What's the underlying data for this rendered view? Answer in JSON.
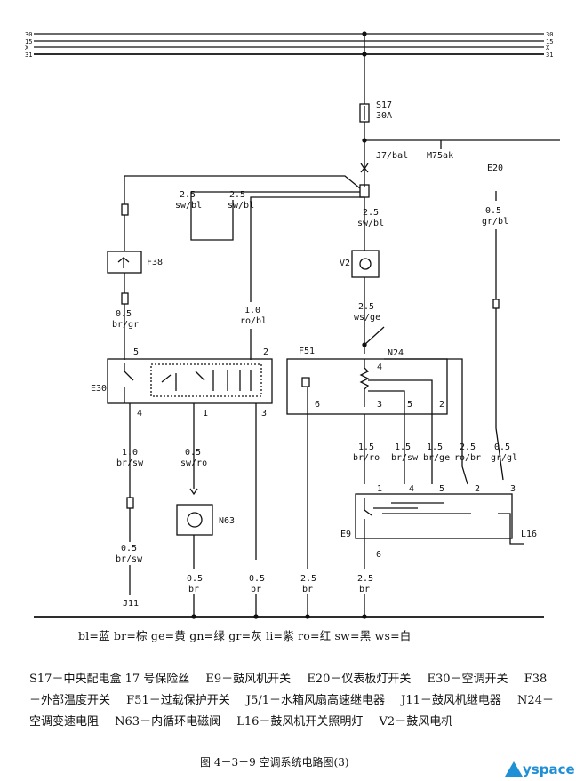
{
  "rails": {
    "labels_left": [
      "30",
      "15",
      "X",
      "31"
    ],
    "labels_right": [
      "30",
      "15",
      "X",
      "31"
    ]
  },
  "components": {
    "s17": "S17",
    "s17_rating": "30A",
    "j7_pin": "J7/bal",
    "m75": "M75ak",
    "e20": "E20",
    "f38": "F38",
    "v2": "V2",
    "e30": "E30",
    "f51": "F51",
    "n24": "N24",
    "n63": "N63",
    "e9": "E9",
    "l16": "L16",
    "j11": "J11"
  },
  "wires": {
    "w_25_swbl_a": [
      "2.5",
      "sw/bl"
    ],
    "w_25_swbl_b": [
      "2.5",
      "sw/bl"
    ],
    "w_25_swbl_c": [
      "2.5",
      "sw/bl"
    ],
    "w_05_grbl": [
      "0.5",
      "gr/bl"
    ],
    "w_05_brgr": [
      "0.5",
      "br/gr"
    ],
    "w_10_robl": [
      "1.0",
      "ro/bl"
    ],
    "w_25_wsge": [
      "2.5",
      "ws/ge"
    ],
    "w_10_brsw": [
      "1.0",
      "br/sw"
    ],
    "w_05_swro": [
      "0.5",
      "sw/ro"
    ],
    "w_15_brro": [
      "1.5",
      "br/ro"
    ],
    "w_15_brsw": [
      "1.5",
      "br/sw"
    ],
    "w_15_brge": [
      "1.5",
      "br/ge"
    ],
    "w_25_robr": [
      "2.5",
      "ro/br"
    ],
    "w_05_grgl": [
      "0.5",
      "gr/gl"
    ],
    "w_05_brsw": [
      "0.5",
      "br/sw"
    ],
    "w_05_br_a": [
      "0.5",
      "br"
    ],
    "w_05_br_b": [
      "0.5",
      "br"
    ],
    "w_25_br_a": [
      "2.5",
      "br"
    ],
    "w_25_br_b": [
      "2.5",
      "br"
    ]
  },
  "pins": {
    "e30_5": "5",
    "e30_2": "2",
    "e30_4": "4",
    "e30_1": "1",
    "e30_3": "3",
    "f51_6": "6",
    "n24_4": "4",
    "n24_3": "3",
    "n24_5": "5",
    "n24_2": "2",
    "e9_1": "1",
    "e9_4": "4",
    "e9_5": "5",
    "e9_2": "2",
    "e9_3": "3",
    "e9_6": "6"
  },
  "legend": "bl=蓝  br=棕  ge=黄  gn=绿  gr=灰  li=紫  ro=红  sw=黑  ws=白",
  "descriptions": [
    "S17－中央配电盒 17 号保险丝",
    "E9－鼓风机开关",
    "E20－仪表板灯开关",
    "E30－空调开关",
    "F38－外部温度开关",
    "F51－过载保护开关",
    "J5/1－水箱风扇高速继电器",
    "J11－鼓风机继电器",
    "N24－空调变速电阻",
    "N63－内循环电磁阀",
    "L16－鼓风机开关照明灯",
    "V2－鼓风电机"
  ],
  "caption": "图 4－3－9  空调系统电路图(3)",
  "logo": "yspace"
}
